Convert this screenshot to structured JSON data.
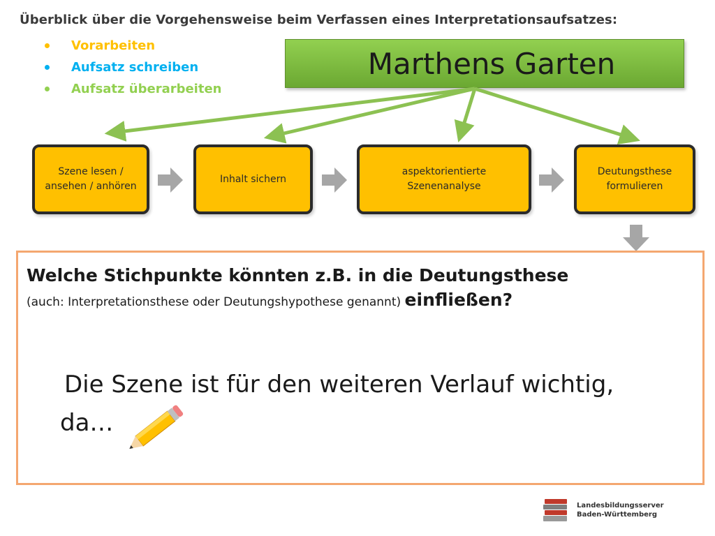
{
  "header": {
    "title": "Überblick über die Vorgehensweise beim Verfassen eines Interpretationsaufsatzes:",
    "bullets": [
      {
        "label": "Vorarbeiten",
        "color": "#ffc000"
      },
      {
        "label": "Aufsatz schreiben",
        "color": "#00b0f0"
      },
      {
        "label": "Aufsatz überarbeiten",
        "color": "#92d050"
      }
    ]
  },
  "banner": {
    "title": "Marthens Garten",
    "color": "#92d050"
  },
  "steps": [
    {
      "line1": "Szene lesen /",
      "line2": "ansehen / anhören"
    },
    {
      "line1": "Inhalt sichern",
      "line2": ""
    },
    {
      "line1": "aspektorientierte",
      "line2": "Szenenanalyse"
    },
    {
      "line1": "Deutungsthese",
      "line2": "formulieren"
    }
  ],
  "question": {
    "bold_line": "Welche Stichpunkte könnten z.B. in die Deutungsthese",
    "small_text": "(auch: Interpretationsthese oder Deutungshypothese genannt) ",
    "bold_end": "einfließen?"
  },
  "answer": {
    "line1": "Die Szene ist für den weiteren Verlauf wichtig,",
    "line2": "da…"
  },
  "logo": {
    "line1": "Landesbildungsserver",
    "line2": "Baden-Württemberg"
  },
  "colors": {
    "step_fill": "#ffc000",
    "box_border": "#f4a770",
    "arrow_green": "#8cc152",
    "flow_gray": "#a6a6a6"
  }
}
